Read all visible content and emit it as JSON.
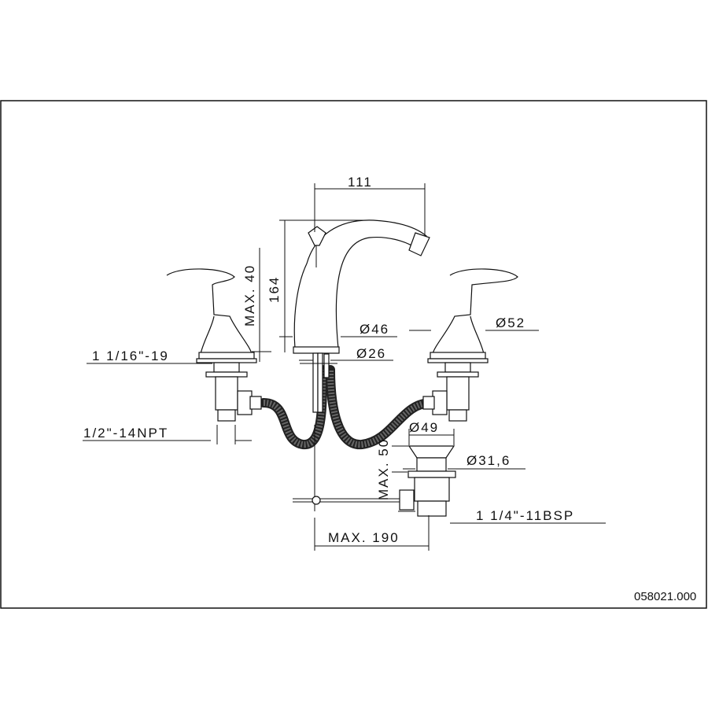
{
  "drawing": {
    "part_number": "058021.000",
    "dimensions": {
      "spout_reach": "111",
      "spout_height": "164",
      "max_deck_thickness": "MAX. 40",
      "spout_base_diameter": "Ø46",
      "spout_shank_diameter": "Ø26",
      "handle_base_diameter": "Ø52",
      "valve_thread": "1 1/16\"-19",
      "inlet_thread": "1/2\"-14NPT",
      "drain_flange_diameter": "Ø49",
      "drain_max_thickness": "MAX. 50",
      "drain_body_diameter": "Ø31,6",
      "drain_thread": "1 1/4\"-11BSP",
      "max_spread": "MAX. 190"
    }
  }
}
